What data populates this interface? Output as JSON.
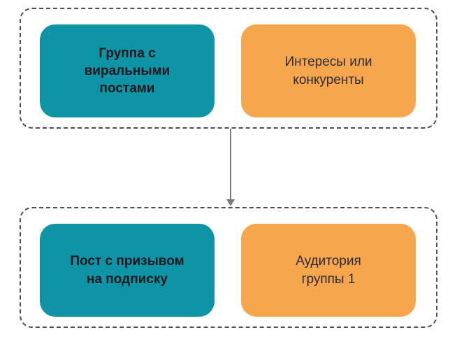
{
  "diagram": {
    "title": "audience-funnel-diagram",
    "colors": {
      "teal": "#0d95a6",
      "orange": "#f8a64e",
      "cluster_border": "#4d4d4d",
      "arrow": "#7a7a7a",
      "text_bold": "#16161f",
      "text_regular": "#2b2b33"
    },
    "clusters": [
      {
        "name": "cluster-1",
        "nodes": [
          {
            "label": "Группа с\nвиральными\nпостами",
            "color": "teal",
            "bold": true
          },
          {
            "label": "Интересы или\nконкуренты",
            "color": "orange",
            "bold": false
          }
        ]
      },
      {
        "name": "cluster-2",
        "nodes": [
          {
            "label": "Пост с призывом\nна подписку",
            "color": "teal",
            "bold": true
          },
          {
            "label": "Аудитория\nгруппы 1",
            "color": "orange",
            "bold": false
          }
        ]
      }
    ],
    "connections": [
      {
        "from": "cluster-1",
        "to": "cluster-2",
        "direction": "down"
      }
    ]
  }
}
